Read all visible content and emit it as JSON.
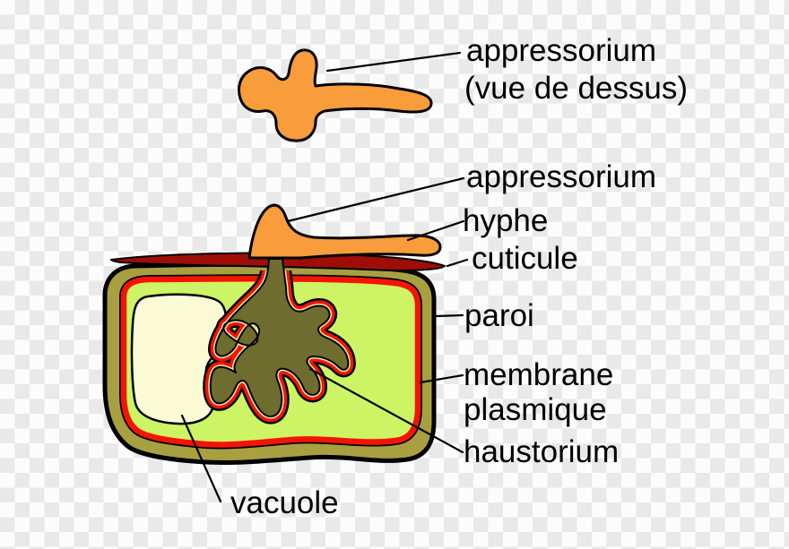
{
  "labels": {
    "appressorium_top_line1": "appressorium",
    "appressorium_top_line2": "(vue de dessus)",
    "appressorium_side": "appressorium",
    "hyphe": "hyphe",
    "cuticule": "cuticule",
    "paroi": "paroi",
    "membrane_line1": "membrane",
    "membrane_line2": "plasmique",
    "haustorium": "haustorium",
    "vacuole": "vacuole"
  },
  "colors": {
    "fungus_orange": "#F89C3C",
    "cuticule_dark_red": "#9E0E06",
    "cell_wall_olive": "#A8A040",
    "cytoplasm_green": "#CCF464",
    "vacuole_cream": "#FAFBD4",
    "haustorium_olive": "#6E6C2E",
    "membrane_red": "#F51400",
    "envelope_pale": "#E9EDA6",
    "outline_black": "#000000",
    "checker_light": "#FCFCFC",
    "checker_dark": "#E9E9E9"
  }
}
